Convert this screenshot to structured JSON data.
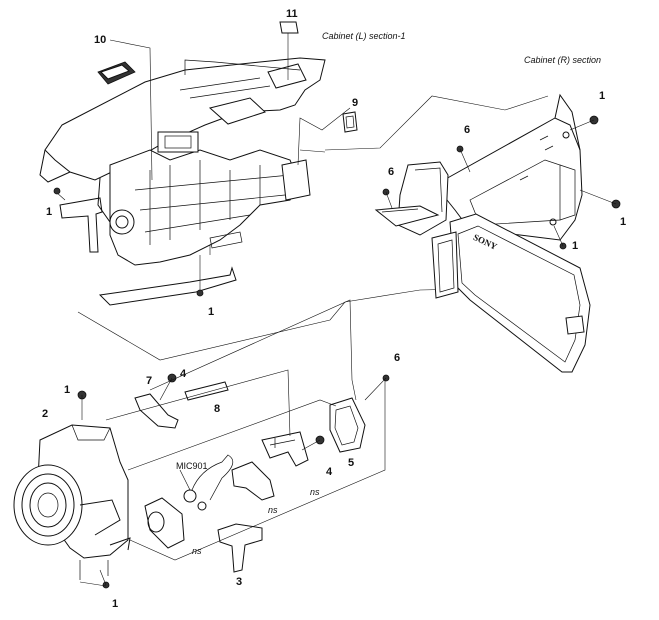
{
  "sections": {
    "cabinet_l": "Cabinet (L) section-1",
    "cabinet_r": "Cabinet (R) section"
  },
  "brand": "SONY",
  "parts": [
    {
      "id": "p11",
      "label": "11"
    },
    {
      "id": "p10",
      "label": "10"
    },
    {
      "id": "p9",
      "label": "9"
    },
    {
      "id": "p1a",
      "label": "1"
    },
    {
      "id": "p1b",
      "label": "1"
    },
    {
      "id": "p1c",
      "label": "1"
    },
    {
      "id": "p1d",
      "label": "1"
    },
    {
      "id": "p1e",
      "label": "1"
    },
    {
      "id": "p1f",
      "label": "1"
    },
    {
      "id": "p1g",
      "label": "1"
    },
    {
      "id": "p6a",
      "label": "6"
    },
    {
      "id": "p6b",
      "label": "6"
    },
    {
      "id": "p6c",
      "label": "6"
    },
    {
      "id": "p7",
      "label": "7"
    },
    {
      "id": "p4a",
      "label": "4"
    },
    {
      "id": "p4b",
      "label": "4"
    },
    {
      "id": "p8",
      "label": "8"
    },
    {
      "id": "p2",
      "label": "2"
    },
    {
      "id": "p5",
      "label": "5"
    },
    {
      "id": "p3",
      "label": "3"
    },
    {
      "id": "mic",
      "label": "MIC901"
    }
  ],
  "notes": {
    "ns1": "ns",
    "ns2": "ns",
    "ns3": "ns"
  }
}
